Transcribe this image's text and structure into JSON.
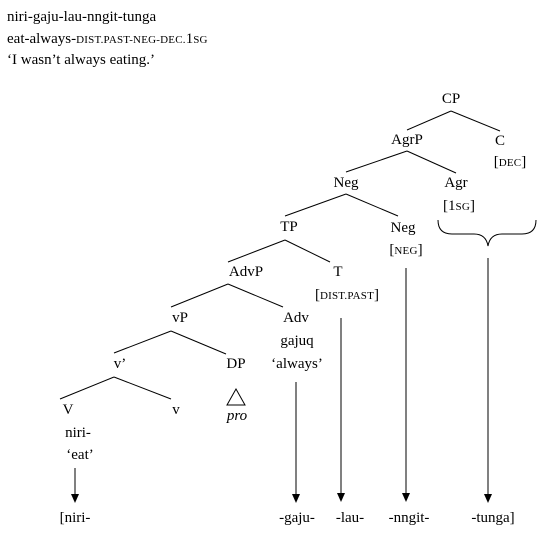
{
  "gloss": {
    "line1": "niri-gaju-lau-nngit-tunga",
    "line2_pre": "eat-always-",
    "line2_feat": "DIST.PAST-NEG-DEC.",
    "line2_num": "1",
    "line2_person": "SG",
    "translation": "‘I wasn’t always eating.’"
  },
  "tree": {
    "cp": "CP",
    "agrp": "AgrP",
    "c": "C",
    "c_feat": "DEC",
    "neg_phrase": "Neg",
    "agr": "Agr",
    "agr_feat_num": "1",
    "agr_feat_sg": "SG",
    "tp": "TP",
    "neg_head": "Neg",
    "neg_feat": "NEG",
    "advp": "AdvP",
    "t": "T",
    "t_feat": "DIST.PAST",
    "vp": "vP",
    "adv": "Adv",
    "adv_form": "gajuq",
    "adv_gloss": "‘always’",
    "vbar": "v’",
    "dp": "DP",
    "dp_content": "pro",
    "v_upper": "V",
    "v_lower": "v",
    "v_form": "niri-",
    "v_gloss": "‘eat’"
  },
  "output": {
    "niri": "[niri-",
    "gaju": "-gaju-",
    "lau": "-lau-",
    "nngit": "-nngit-",
    "tunga": "-tunga]"
  }
}
